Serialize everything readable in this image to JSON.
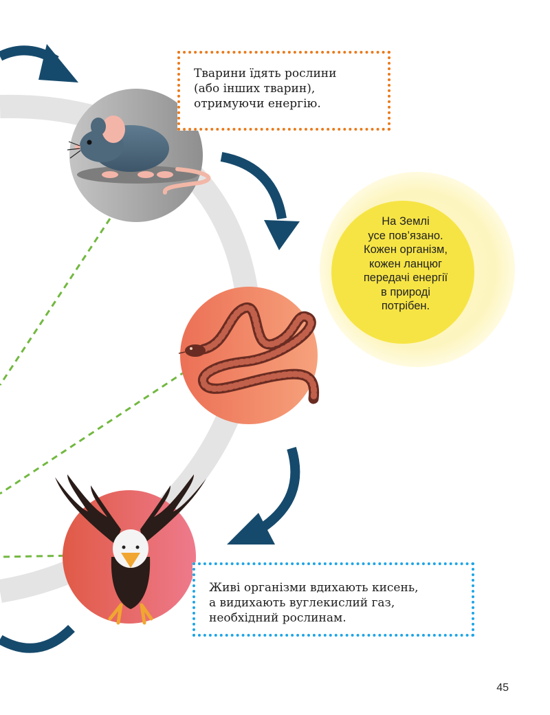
{
  "notes": {
    "animals_eat": "Тварини їдять рослини\n(або інших тварин),\nотримуючи енергію.",
    "breathing": "Живі організми вдихають кисень,\nа видихають вуглекислий газ,\nнеобхідний рослинам."
  },
  "sun_message": "На Землі\nусе пов’язано.\nКожен організм,\nкожен ланцюг\nпередачі енергії\nв природі\nпотрібен.",
  "page_number": "45",
  "colors": {
    "arrow": "#164a6c",
    "cycle_ring": "#e4e4e4",
    "dashed_link": "#72b840",
    "note_orange": "#ea7a1c",
    "note_blue": "#1ea5e6",
    "sun_core": "#f6e445",
    "sun_glow": "#fdf7c8",
    "mouse_disc": "#9c9c9c",
    "snake_disc": "#f0845e",
    "eagle_disc": "#e8606a"
  },
  "icons": [
    "mouse-illustration",
    "snake-illustration",
    "eagle-illustration",
    "cycle-arrow-icon"
  ]
}
